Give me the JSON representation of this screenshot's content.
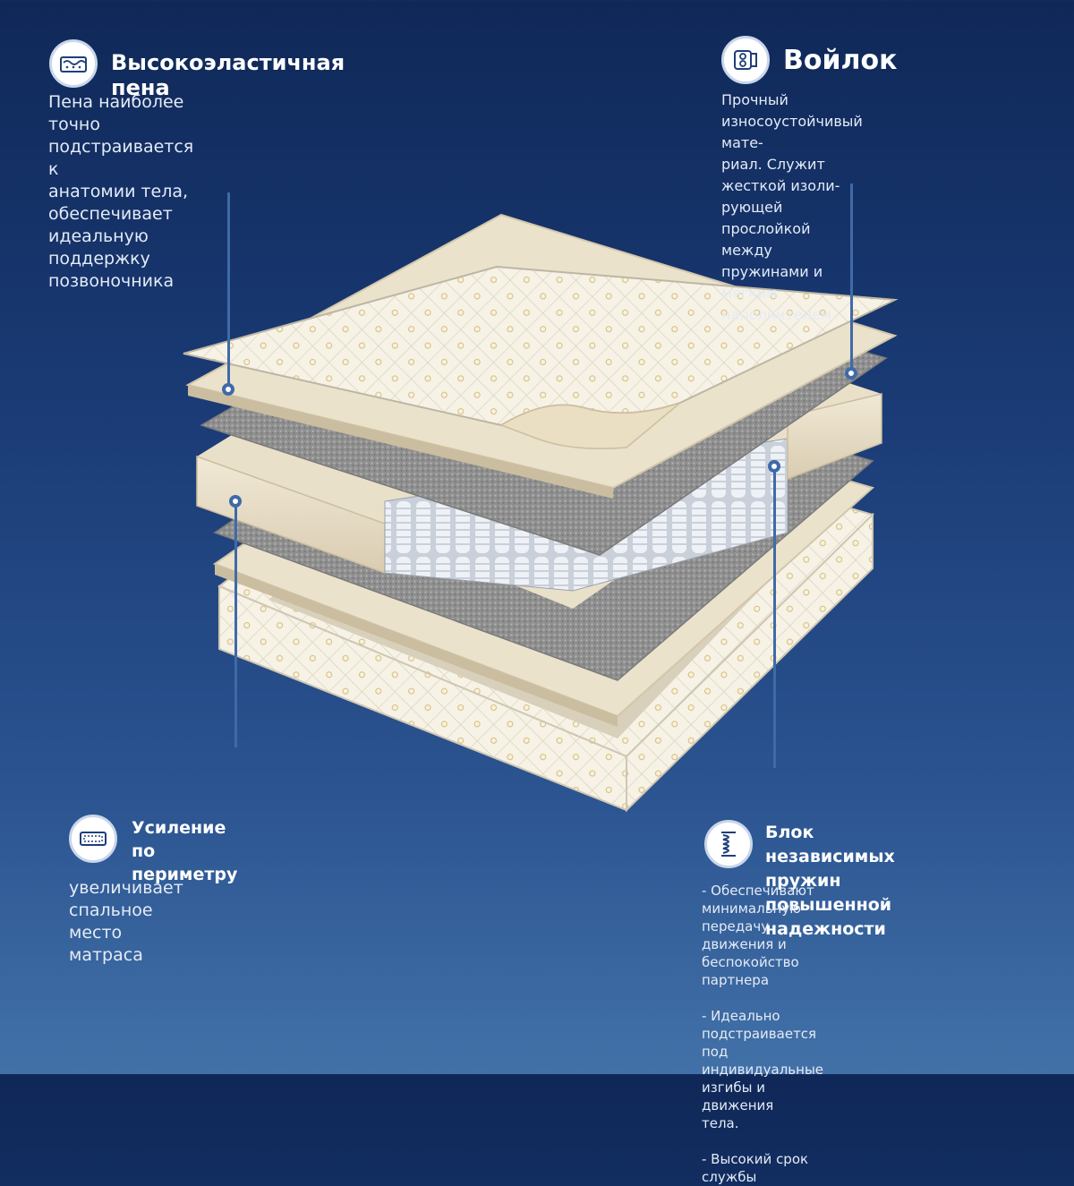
{
  "foam": {
    "icon": "foam-layer-icon",
    "title": "Высокоэластичная пена",
    "description": [
      "Пена наиболее точно подстраивается к",
      "анатомии тела, обеспечивает идеальную",
      "поддержку позвоночника"
    ]
  },
  "felt": {
    "icon": "felt-rolls-icon",
    "title": "Войлок",
    "description": [
      "Прочный износоустойчивый мате-",
      "риал. Служит жесткой изоли-",
      "рующей прослойкой между",
      "пружинами и мягким наполнителем."
    ]
  },
  "perimeter": {
    "icon": "perimeter-block-icon",
    "title_lines": [
      "Усиление",
      "по периметру"
    ],
    "description": [
      "увеличивает спальное",
      "место матраса"
    ]
  },
  "springs": {
    "icon": "spring-coil-icon",
    "title_lines": [
      "Блок независимых пружин",
      "повышенной надежности"
    ],
    "points": [
      [
        "- Обеспечивают минимальную",
        "передачу движения и беспокойство",
        "партнера"
      ],
      [
        "-  Идеально подстраивается под",
        "индивидуальные изгибы и движения",
        "тела."
      ],
      [
        "- Высокий срок службы"
      ]
    ]
  },
  "colors": {
    "background_top": "#0f2858",
    "background_bottom": "#4271a8",
    "leader_line": "#3f6aa8",
    "icon_fill": "#ffffff",
    "foam": "#ece3cf",
    "felt": "#8c8c8c",
    "quilt": "#f6f2e6",
    "quilt_pattern": "#d8bc72"
  }
}
